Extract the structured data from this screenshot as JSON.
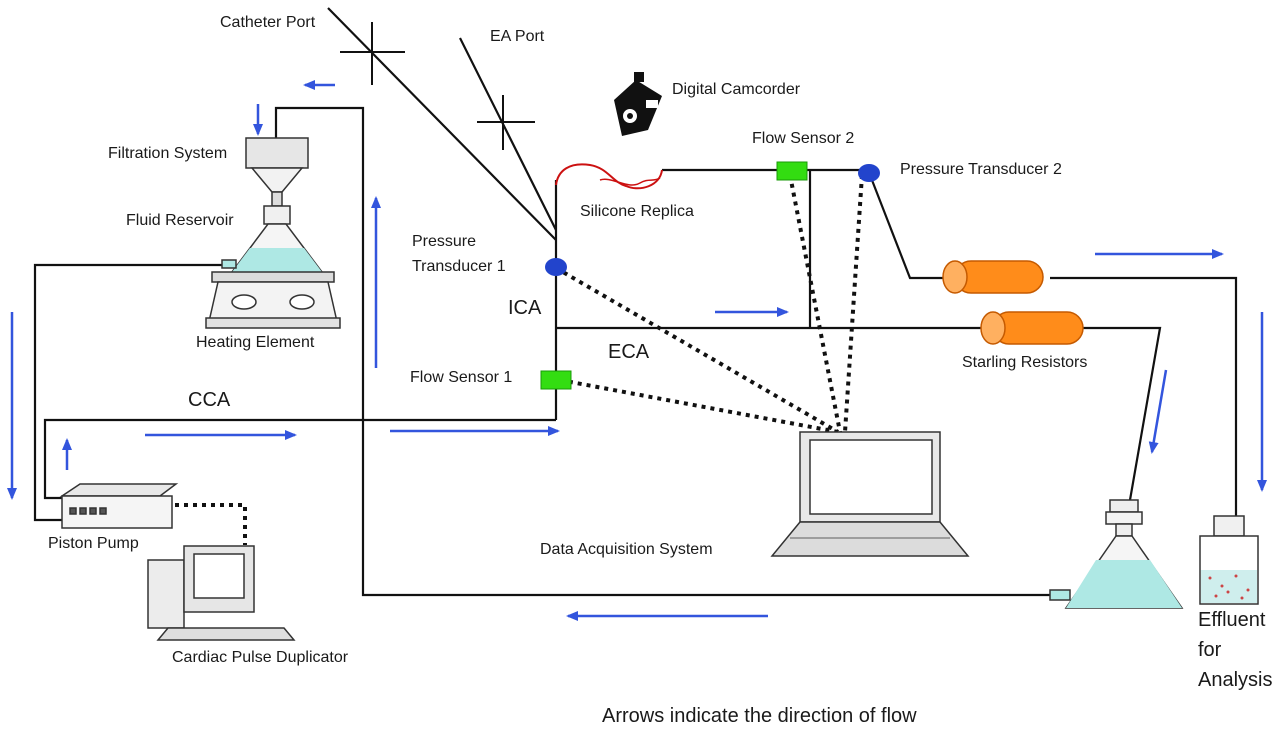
{
  "labels": {
    "catheter_port": "Catheter Port",
    "ea_port": "EA Port",
    "digital_camcorder": "Digital Camcorder",
    "filtration_system": "Filtration System",
    "fluid_reservoir": "Fluid Reservoir",
    "heating_element": "Heating Element",
    "flow_sensor_2": "Flow Sensor 2",
    "pressure_transducer_2": "Pressure Transducer 2",
    "silicone_replica": "Silicone Replica",
    "pressure_transducer_1_line1": "Pressure",
    "pressure_transducer_1_line2": "Transducer 1",
    "ica": "ICA",
    "eca": "ECA",
    "flow_sensor_1": "Flow Sensor 1",
    "cca": "CCA",
    "starling_resistors": "Starling Resistors",
    "piston_pump": "Piston Pump",
    "data_acquisition_system": "Data Acquisition System",
    "cardiac_pulse_duplicator": "Cardiac Pulse Duplicator",
    "effluent_line1": "Effluent",
    "effluent_line2": "for",
    "effluent_line3": "Analysis",
    "caption": "Arrows indicate the direction of flow"
  },
  "colors": {
    "arrow": "#3355dd",
    "tubing": "#111111",
    "sensor_green": "#33dd11",
    "transducer_blue": "#2244cc",
    "resistor_orange": "#ff8c1a",
    "fluid_cyan": "#aee8e4",
    "replica_red": "#cc1111"
  }
}
